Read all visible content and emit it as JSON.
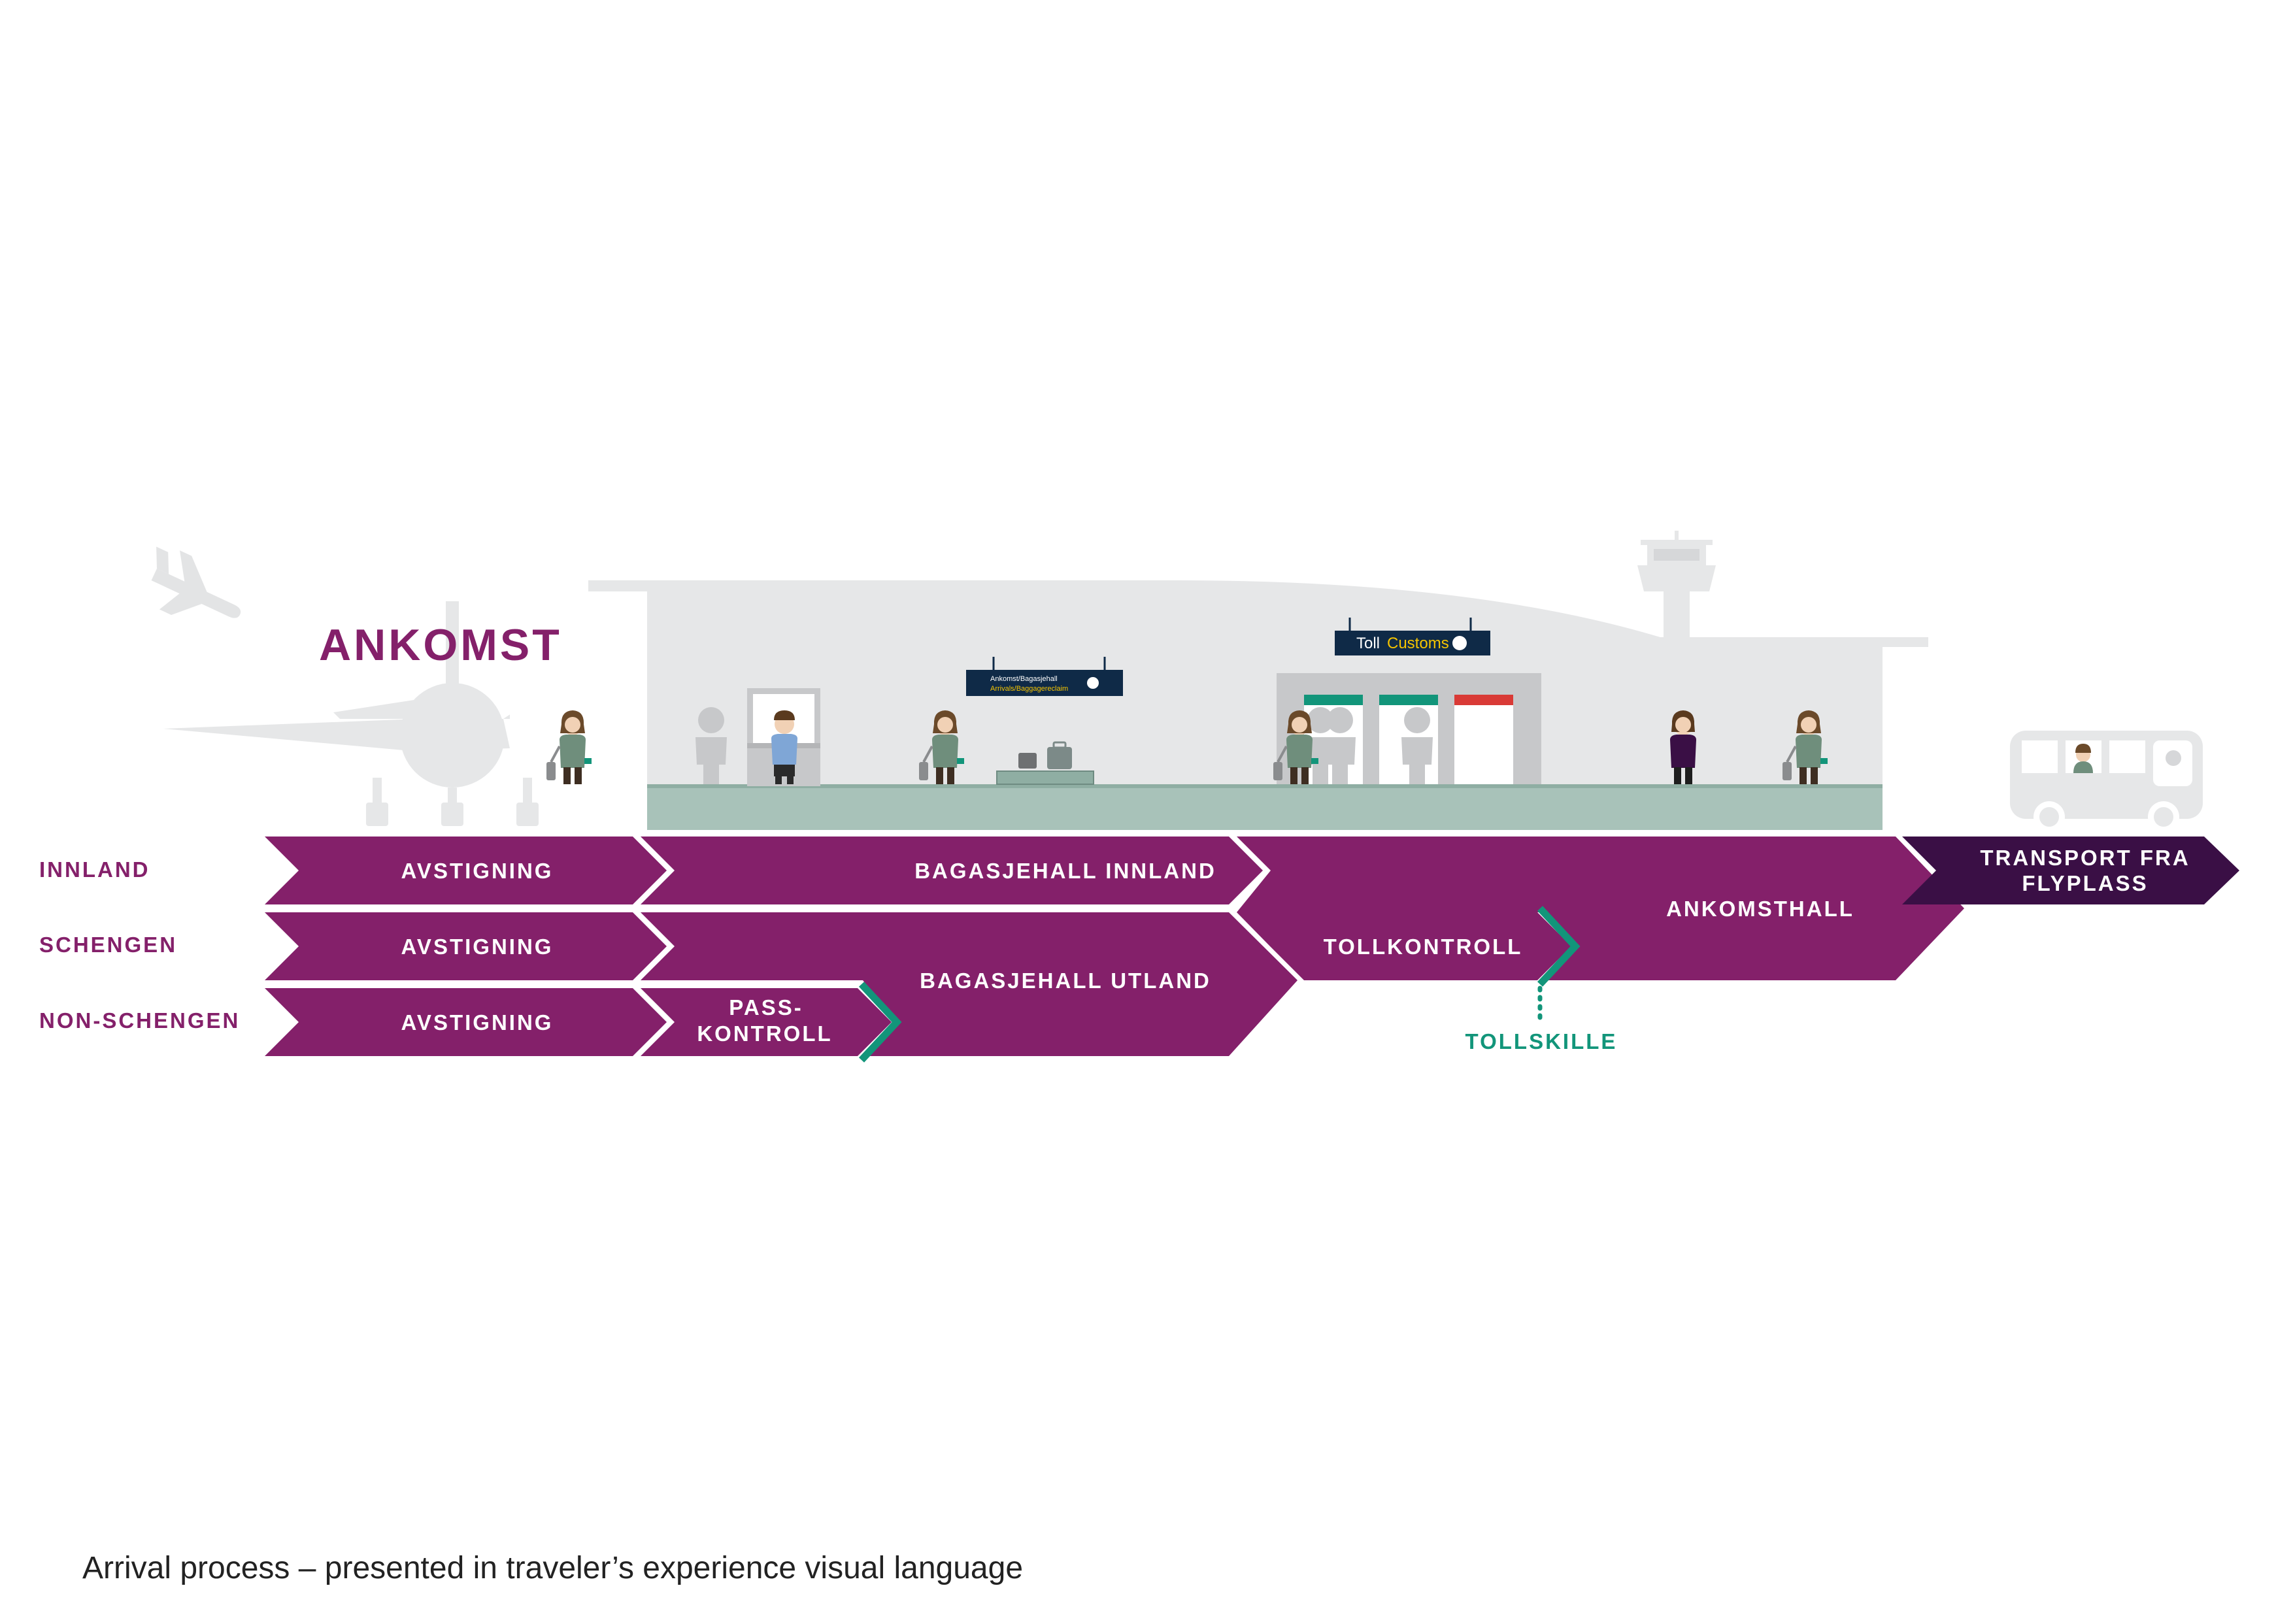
{
  "title": "ANKOMST",
  "caption": "Arrival process – presented in traveler’s experience visual language",
  "rows": [
    {
      "label": "INNLAND"
    },
    {
      "label": "SCHENGEN"
    },
    {
      "label": "NON-SCHENGEN"
    }
  ],
  "steps": {
    "avstigning": "AVSTIGNING",
    "bagasjehall_innland": "BAGASJEHALL INNLAND",
    "bagasjehall_utland": "BAGASJEHALL UTLAND",
    "passkontroll_line1": "PASS-",
    "passkontroll_line2": "KONTROLL",
    "tollkontroll": "TOLLKONTROLL",
    "ankomsthall": "ANKOMSTHALL",
    "transport_line1": "TRANSPORT FRA",
    "transport_line2": "FLYPLASS"
  },
  "tollskille": "TOLLSKILLE",
  "signs": {
    "baggage_line1": "Ankomst/Bagasjehall",
    "baggage_line2": "Arrivals/Baggagereclaim",
    "customs_toll": "Toll",
    "customs_en": "Customs"
  },
  "colors": {
    "purple": "#84206A",
    "dark_purple": "#3A0F45",
    "teal": "#12957A",
    "building": "#E6E7E8",
    "floor": "#A8C2B9",
    "navy": "#0F2A47",
    "sign_yellow": "#F5C400",
    "customs_red": "#D93A36"
  },
  "icons": [
    "airplane-takeoff-icon",
    "airplane-icon",
    "control-tower-icon",
    "traveler-icon",
    "officer-icon",
    "luggage-icon",
    "bus-icon",
    "customs-icon"
  ]
}
